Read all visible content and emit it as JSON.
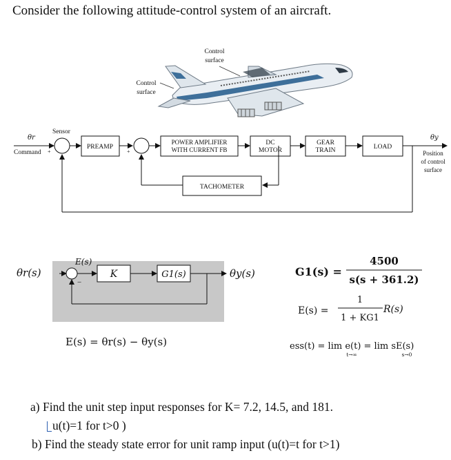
{
  "title": "Consider the following attitude-control system of an aircraft.",
  "airplane": {
    "control_surface_top": [
      "Control",
      "surface"
    ],
    "control_surface_left": [
      "Control",
      "surface"
    ]
  },
  "block_diagram": {
    "input_symbol": "θr",
    "command_label": "Command",
    "sensor_label": "Sensor",
    "plus_sign": "+",
    "minus_sign": "−",
    "preamp": "PREAMP",
    "power_amp": [
      "POWER AMPLIFIER",
      "WITH CURRENT FB"
    ],
    "dc_motor": [
      "DC",
      "MOTOR"
    ],
    "gear_train": [
      "GEAR",
      "TRAIN"
    ],
    "load": "LOAD",
    "tachometer": "TACHOMETER",
    "output_symbol": "θy",
    "output_label": [
      "Position",
      "of control",
      "surface"
    ]
  },
  "simplified": {
    "input": "θr(s)",
    "error": "E(s)",
    "gain": "K",
    "plant": "G1(s)",
    "output": "θy(s)"
  },
  "equations": {
    "g1_lhs": "G1(s) =",
    "g1_num": "4500",
    "g1_den": "s(s + 361.2)",
    "es_lhs": "E(s) =",
    "es_num": "1",
    "es_den": "1 + KG1",
    "es_rhs": "R(s)",
    "error_def": "E(s) = θr(s) − θy(s)",
    "ess_text": "ess(t) = lim e(t) = lim sE(s)",
    "ess_lim1": "t→∞",
    "ess_lim2": "s→0"
  },
  "questions": {
    "a": "a) Find the unit step input responses for K= 7.2, 14.5, and 181.",
    "a_note": "u(t)=1 for t>0 )",
    "b": "b) Find the steady state error for unit ramp input (u(t)=t for t>1)"
  }
}
